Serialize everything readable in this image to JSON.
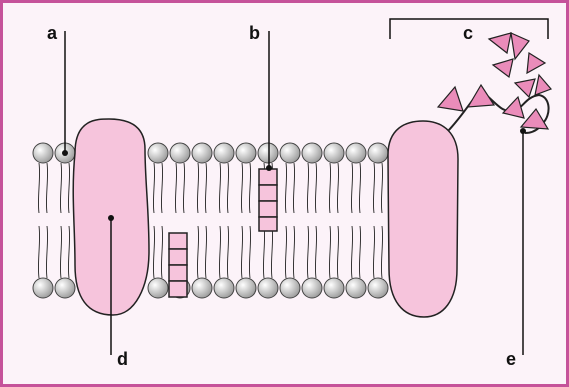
{
  "labels": {
    "a": "a",
    "b": "b",
    "c": "c",
    "d": "d",
    "e": "e"
  },
  "colors": {
    "frame_border": "#c5529a",
    "background": "#fcf3f9",
    "protein_fill": "#f6c4dc",
    "marker_fill": "#ea8cba",
    "head_fill": "#c7c7c7",
    "line": "#111111"
  }
}
